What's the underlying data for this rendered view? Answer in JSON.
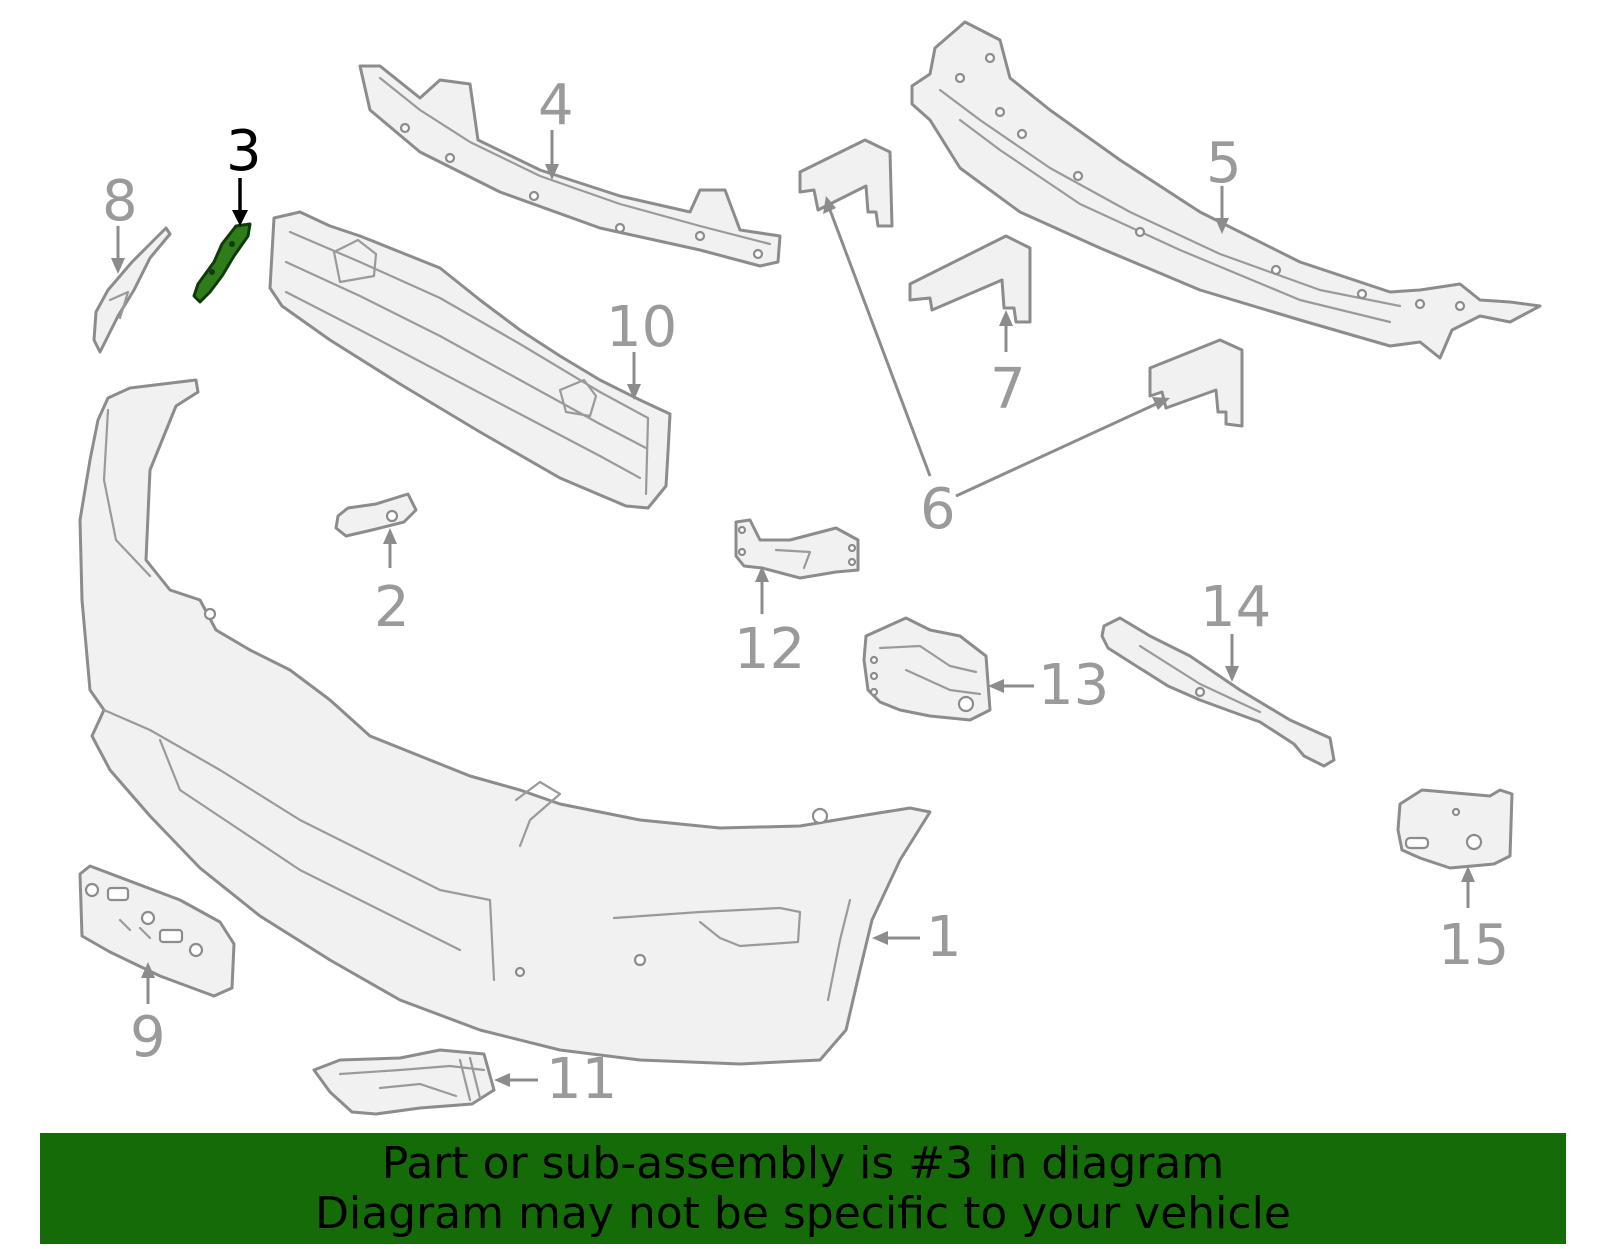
{
  "callouts": {
    "c1": "1",
    "c2": "2",
    "c3": "3",
    "c4": "4",
    "c5": "5",
    "c6": "6",
    "c7": "7",
    "c8": "8",
    "c9": "9",
    "c10": "10",
    "c11": "11",
    "c12": "12",
    "c13": "13",
    "c14": "14",
    "c15": "15"
  },
  "highlight": {
    "part_number": "3",
    "color": "#2e7d1a"
  },
  "banner": {
    "line1": "Part or sub-assembly is #3 in diagram",
    "line2": "Diagram may not be specific to your vehicle",
    "background": "#146b08"
  }
}
